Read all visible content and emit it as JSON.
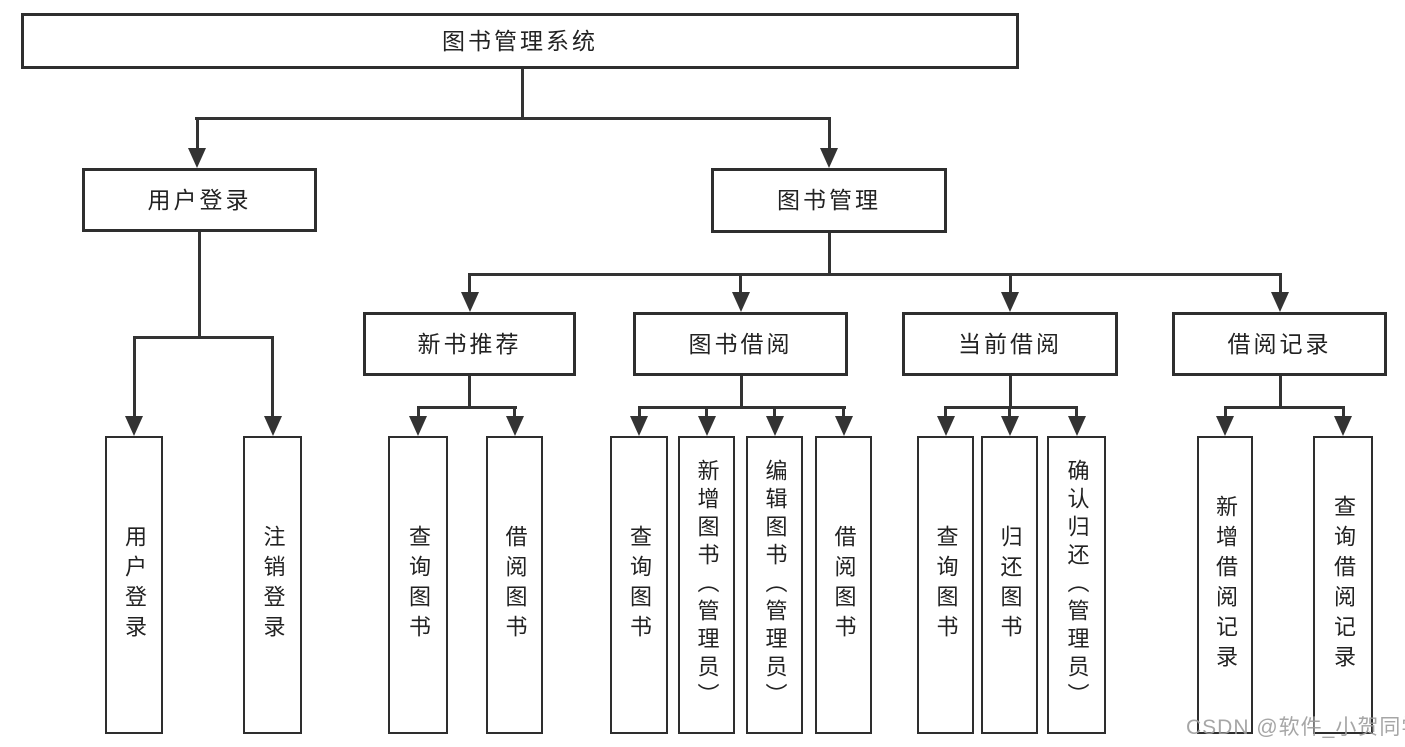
{
  "nodes": {
    "root": {
      "label": "图书管理系统"
    },
    "level2": [
      {
        "label": "用户登录"
      },
      {
        "label": "图书管理"
      }
    ],
    "level3": [
      {
        "label": "新书推荐"
      },
      {
        "label": "图书借阅"
      },
      {
        "label": "当前借阅"
      },
      {
        "label": "借阅记录"
      }
    ],
    "leaves": [
      {
        "label": "用户登录"
      },
      {
        "label": "注销登录"
      },
      {
        "label": "查询图书"
      },
      {
        "label": "借阅图书"
      },
      {
        "label": "查询图书"
      },
      {
        "label": "新增图书（管理员）"
      },
      {
        "label": "编辑图书（管理员）"
      },
      {
        "label": "借阅图书"
      },
      {
        "label": "查询图书"
      },
      {
        "label": "归还图书"
      },
      {
        "label": "确认归还（管理员）"
      },
      {
        "label": "新增借阅记录"
      },
      {
        "label": "查询借阅记录"
      }
    ]
  },
  "watermark": "CSDN @软件_小贺同学",
  "colors": {
    "line": "#333333",
    "box_border": "#2e2e2e",
    "text": "#222222",
    "watermark": "#9e9e9e",
    "background": "#ffffff"
  }
}
